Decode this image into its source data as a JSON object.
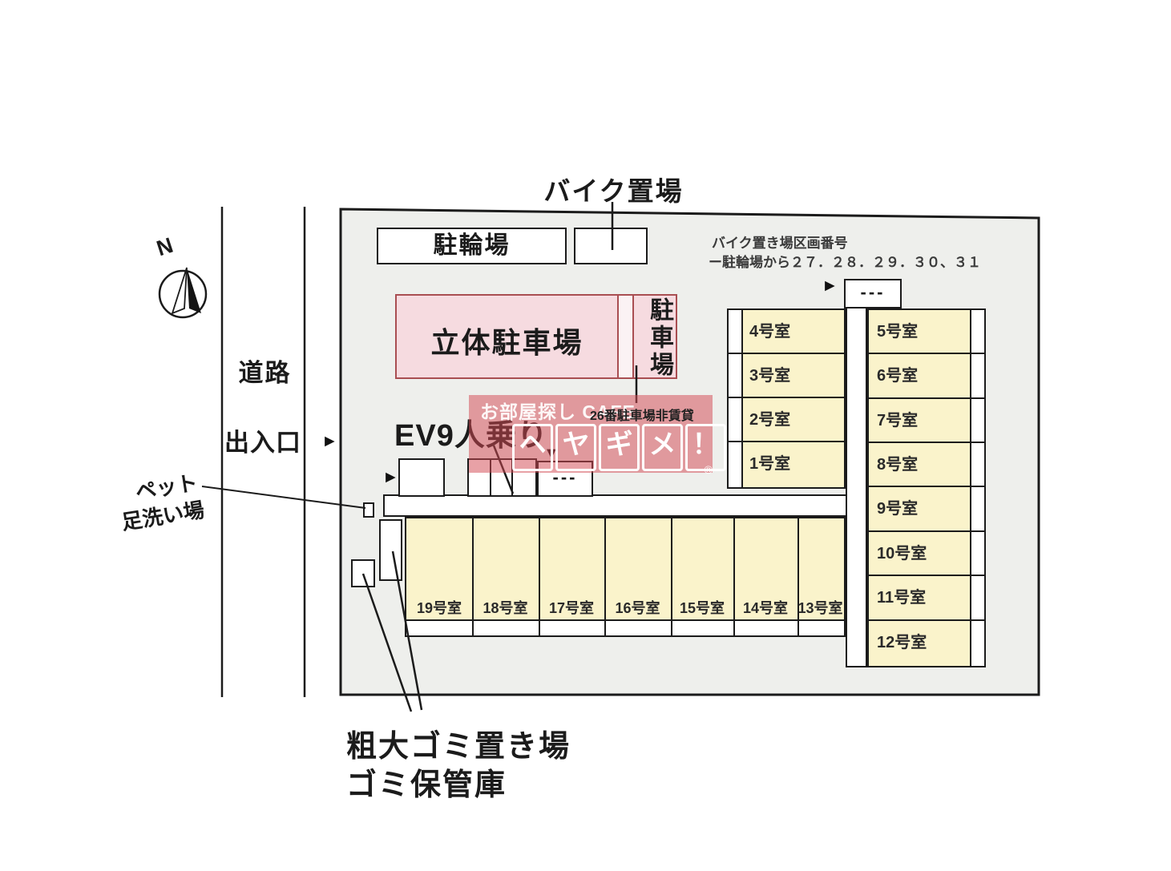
{
  "compass": {
    "north": "N"
  },
  "road": {
    "label": "道路",
    "entrance": "出入口"
  },
  "labels": {
    "bike_area_title": "バイク置場",
    "bicycle_parking": "駐輪場",
    "multistory_parking": "立体駐車場",
    "parking_vertical": "駐車場",
    "bike_note_line1": "バイク置き場区画番号",
    "bike_note_line2": "ー駐輪場から２７．２８．２９．３０、３１",
    "parking26_note": "26番駐車場非賃貸",
    "elevator": "EV9人乗り",
    "pet_wash_line1": "ペット",
    "pet_wash_line2": "足洗い場",
    "garbage_line1": "粗大ゴミ置き場",
    "garbage_line2": "ゴミ保管庫",
    "dashes": "---"
  },
  "icons": {
    "arrow_right": "►",
    "arrow_down": "▼"
  },
  "watermark": {
    "small_text": "お部屋探し CAFE",
    "logo_chars": [
      "ヘ",
      "ヤ",
      "ギ",
      "メ",
      "！"
    ],
    "registered": "®"
  },
  "parking_spaces": {
    "column_a": [
      "4号室",
      "3号室",
      "2号室",
      "1号室"
    ],
    "column_b": [
      "5号室",
      "6号室",
      "7号室",
      "8号室",
      "9号室",
      "10号室",
      "11号室",
      "12号室"
    ],
    "row_c": [
      "19号室",
      "18号室",
      "17号室",
      "16号室",
      "15号室",
      "14号室",
      "13号室"
    ]
  },
  "colors": {
    "room_fill": "#faf3cb",
    "site_fill": "#eeefec",
    "parking_fill": "#f6dbe0",
    "parking_border": "#a94e52",
    "watermark_red": "rgba(210,75,84,0.52)"
  }
}
